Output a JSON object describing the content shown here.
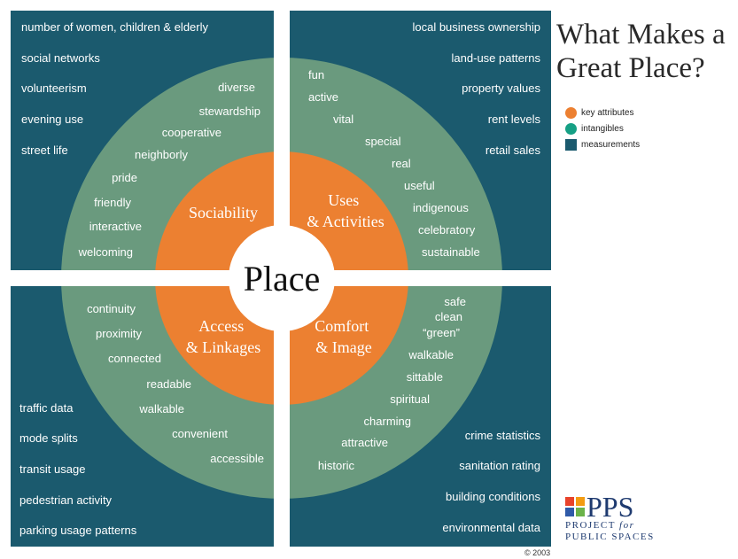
{
  "title": "What Makes a Great Place?",
  "center_label": "Place",
  "colors": {
    "measurements": "#1b5a6e",
    "intangibles": "#6a9a7e",
    "key_attributes": "#ec8031",
    "center": "#ffffff"
  },
  "legend": [
    {
      "label": "key attributes",
      "shape": "circle",
      "color": "#ec8031"
    },
    {
      "label": "intangibles",
      "shape": "circle",
      "color": "#16a085"
    },
    {
      "label": "measurements",
      "shape": "square",
      "color": "#1b5a6e"
    }
  ],
  "quadrants": {
    "sociability": {
      "key_attribute": "Sociability",
      "intangibles": [
        "diverse",
        "stewardship",
        "cooperative",
        "neighborly",
        "pride",
        "friendly",
        "interactive",
        "welcoming"
      ],
      "measurements": [
        "number of women, children & elderly",
        "social networks",
        "volunteerism",
        "evening use",
        "street life"
      ]
    },
    "uses_activities": {
      "key_attribute": [
        "Uses",
        "& Activities"
      ],
      "intangibles": [
        "fun",
        "active",
        "vital",
        "special",
        "real",
        "useful",
        "indigenous",
        "celebratory",
        "sustainable"
      ],
      "measurements": [
        "local business ownership",
        "land-use patterns",
        "property values",
        "rent levels",
        "retail sales"
      ]
    },
    "access_linkages": {
      "key_attribute": [
        "Access",
        "& Linkages"
      ],
      "intangibles": [
        "continuity",
        "proximity",
        "connected",
        "readable",
        "walkable",
        "convenient",
        "accessible"
      ],
      "measurements": [
        "traffic data",
        "mode splits",
        "transit usage",
        "pedestrian activity",
        "parking usage patterns"
      ]
    },
    "comfort_image": {
      "key_attribute": [
        "Comfort",
        "& Image"
      ],
      "intangibles": [
        "safe",
        "clean",
        "“green”",
        "walkable",
        "sittable",
        "spiritual",
        "charming",
        "attractive",
        "historic"
      ],
      "measurements": [
        "crime statistics",
        "sanitation rating",
        "building conditions",
        "environmental data"
      ]
    }
  },
  "logo": {
    "name": "PPS",
    "line1_a": "PROJECT",
    "line1_b": "for",
    "line2": "PUBLIC SPACES",
    "mark_colors": [
      "#e8432b",
      "#f39c12",
      "#2f5aa8",
      "#6bb34a"
    ]
  },
  "copyright": "© 2003"
}
